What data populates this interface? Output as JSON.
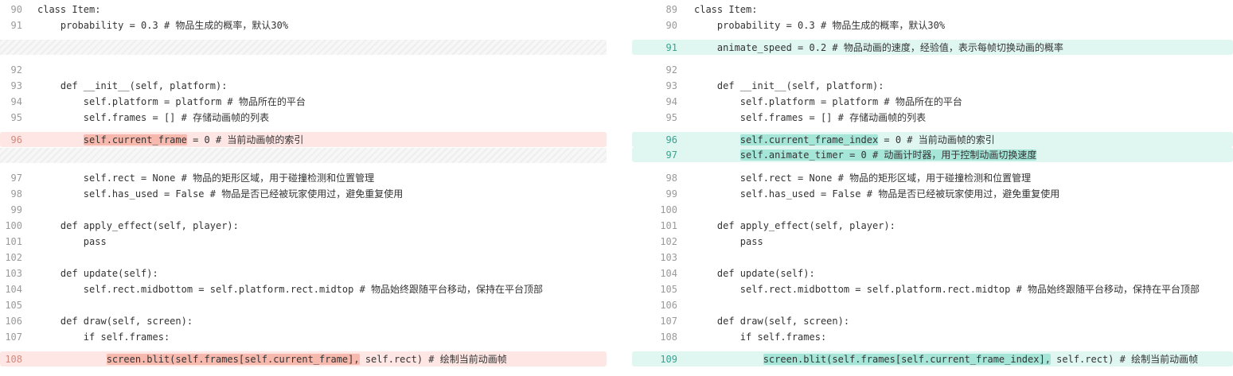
{
  "left": {
    "rows": [
      {
        "num": "90",
        "code": "class Item:",
        "type": "normal"
      },
      {
        "num": "91",
        "code": "    probability = 0.3 # 物品生成的概率，默认30%",
        "type": "normal"
      },
      {
        "num": "",
        "code": "",
        "type": "filler"
      },
      {
        "num": "92",
        "code": "",
        "type": "normal"
      },
      {
        "num": "93",
        "code": "    def __init__(self, platform):",
        "type": "normal"
      },
      {
        "num": "94",
        "code": "        self.platform = platform # 物品所在的平台",
        "type": "normal"
      },
      {
        "num": "95",
        "code": "        self.frames = [] # 存储动画帧的列表",
        "type": "normal"
      },
      {
        "num": "96",
        "indent": "        ",
        "hl": "self.current_frame",
        "rest": " = 0 # 当前动画帧的索引",
        "type": "del"
      },
      {
        "num": "",
        "code": "",
        "type": "filler"
      },
      {
        "num": "97",
        "code": "        self.rect = None # 物品的矩形区域，用于碰撞检测和位置管理",
        "type": "normal"
      },
      {
        "num": "98",
        "code": "        self.has_used = False # 物品是否已经被玩家使用过，避免重复使用",
        "type": "normal"
      },
      {
        "num": "99",
        "code": "",
        "type": "normal"
      },
      {
        "num": "100",
        "code": "    def apply_effect(self, player):",
        "type": "normal"
      },
      {
        "num": "101",
        "code": "        pass",
        "type": "normal"
      },
      {
        "num": "102",
        "code": "",
        "type": "normal"
      },
      {
        "num": "103",
        "code": "    def update(self):",
        "type": "normal"
      },
      {
        "num": "104",
        "code": "        self.rect.midbottom = self.platform.rect.midtop # 物品始终跟随平台移动，保持在平台顶部",
        "type": "normal"
      },
      {
        "num": "105",
        "code": "",
        "type": "normal"
      },
      {
        "num": "106",
        "code": "    def draw(self, screen):",
        "type": "normal"
      },
      {
        "num": "107",
        "code": "        if self.frames:",
        "type": "normal"
      },
      {
        "num": "108",
        "indent": "            ",
        "hl": "screen.blit(self.frames[self.current_frame],",
        "rest": " self.rect) # 绘制当前动画帧",
        "type": "del"
      }
    ]
  },
  "right": {
    "rows": [
      {
        "num": "89",
        "code": "class Item:",
        "type": "normal"
      },
      {
        "num": "90",
        "code": "    probability = 0.3 # 物品生成的概率，默认30%",
        "type": "normal"
      },
      {
        "num": "91",
        "code": "    animate_speed = 0.2 # 物品动画的速度，经验值，表示每帧切换动画的概率",
        "type": "add"
      },
      {
        "num": "92",
        "code": "",
        "type": "normal"
      },
      {
        "num": "93",
        "code": "    def __init__(self, platform):",
        "type": "normal"
      },
      {
        "num": "94",
        "code": "        self.platform = platform # 物品所在的平台",
        "type": "normal"
      },
      {
        "num": "95",
        "code": "        self.frames = [] # 存储动画帧的列表",
        "type": "normal"
      },
      {
        "num": "96",
        "indent": "        ",
        "hl": "self.current_frame_index",
        "rest": " = 0 # 当前动画帧的索引",
        "type": "add"
      },
      {
        "num": "97",
        "indent": "        ",
        "hlwide": "self.animate_timer = 0 # 动画计时器，用于控制动画切换速度",
        "rest": "",
        "type": "add"
      },
      {
        "num": "98",
        "code": "        self.rect = None # 物品的矩形区域，用于碰撞检测和位置管理",
        "type": "normal"
      },
      {
        "num": "99",
        "code": "        self.has_used = False # 物品是否已经被玩家使用过，避免重复使用",
        "type": "normal"
      },
      {
        "num": "100",
        "code": "",
        "type": "normal"
      },
      {
        "num": "101",
        "code": "    def apply_effect(self, player):",
        "type": "normal"
      },
      {
        "num": "102",
        "code": "        pass",
        "type": "normal"
      },
      {
        "num": "103",
        "code": "",
        "type": "normal"
      },
      {
        "num": "104",
        "code": "    def update(self):",
        "type": "normal"
      },
      {
        "num": "105",
        "code": "        self.rect.midbottom = self.platform.rect.midtop # 物品始终跟随平台移动，保持在平台顶部",
        "type": "normal"
      },
      {
        "num": "106",
        "code": "",
        "type": "normal"
      },
      {
        "num": "107",
        "code": "    def draw(self, screen):",
        "type": "normal"
      },
      {
        "num": "108",
        "code": "        if self.frames:",
        "type": "normal"
      },
      {
        "num": "109",
        "indent": "            ",
        "hl": "screen.blit(self.frames[self.current_frame_index],",
        "rest": " self.rect) # 绘制当前动画帧",
        "type": "add"
      }
    ]
  }
}
